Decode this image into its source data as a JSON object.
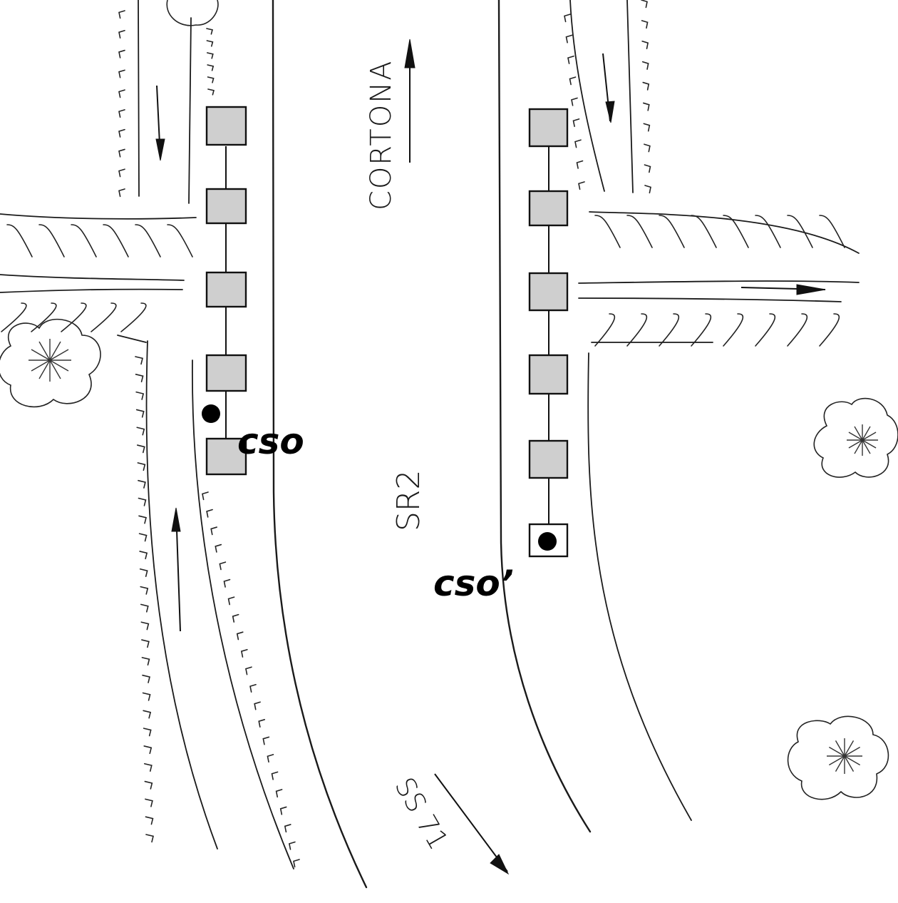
{
  "labels": {
    "destination": "CORTONA",
    "road_code": "SR2",
    "direction_code": "SS 71",
    "point_a": "cso",
    "point_b": "cso’"
  },
  "markers": {
    "west_row_count": 5,
    "east_row_count": 5,
    "has_west_dot": true,
    "has_east_dot": true
  },
  "icons": [
    "tree-icon",
    "arrow-icon",
    "dot-icon"
  ]
}
